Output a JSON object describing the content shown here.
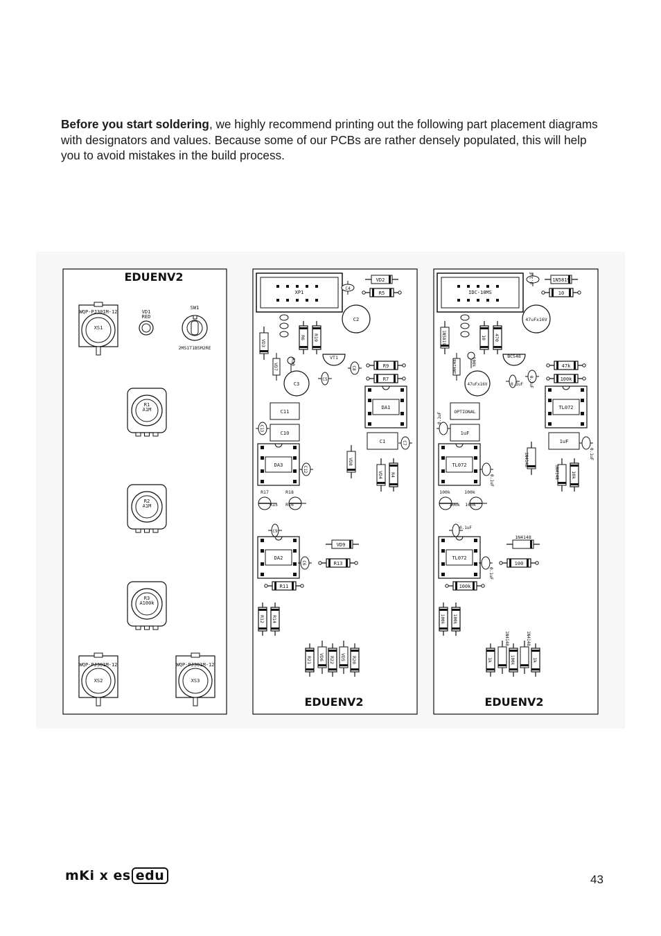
{
  "intro": {
    "bold": "Before you start soldering",
    "rest": ", we highly recommend printing out the following part placement diagrams with designators and values. Because some of our PCBs are rather densely populated, this will help you to avoid mistakes in the build process."
  },
  "panels": {
    "front": {
      "title": "EDUENV2",
      "jack1_part": "WQP-PJ301M-12",
      "jack1_ref": "XS1",
      "led_ref": "VD1",
      "led_value": "RED",
      "switch_ref": "SW1",
      "switch_part": "2MS1T1B5M2RE",
      "pot1_ref": "R1",
      "pot1_value": "A1M",
      "pot2_ref": "R2",
      "pot2_value": "A1M",
      "pot3_ref": "R3",
      "pot3_value": "A100k",
      "jack2_part": "WQP-PJ301M-12",
      "jack2_ref": "XS2",
      "jack3_part": "WQP-PJ301M-12",
      "jack3_ref": "XS3"
    },
    "designators": {
      "title": "EDUENV2",
      "xp1": "XP1",
      "vd2": "VD2",
      "r5": "R5",
      "c4": "C4",
      "c2": "C2",
      "vd3": "VD3",
      "r6": "R6",
      "r19": "R19",
      "vt1": "VT1",
      "r10": "R10",
      "vd7": "VD7",
      "c8": "C8",
      "c5": "C5",
      "c3": "C3",
      "r9": "R9",
      "r7": "R7",
      "da1": "DA1",
      "c11": "C11",
      "c10": "C10",
      "c13": "C13",
      "c1": "C1",
      "c7": "C7",
      "da3": "DA3",
      "vd8": "VD8",
      "vd4": "VD4",
      "r4": "R4",
      "c12": "C12",
      "r17": "R17",
      "r18": "R18",
      "r15": "R15",
      "r16": "R16",
      "c9": "C9",
      "da2": "DA2",
      "vd9": "VD9",
      "r13": "R13",
      "c6": "C6",
      "r11": "R11",
      "r12": "R12",
      "r14": "R14",
      "r21": "R21",
      "vd6": "VD6",
      "r22": "R22",
      "vd5": "VD5",
      "r20": "R20"
    },
    "values": {
      "title": "EDUENV2",
      "idc": "IDC-10MS",
      "c4v": "0.1uF",
      "d1": "1N5819",
      "r5v": "10",
      "c2v": "47uFx16V",
      "vd3v": "1N5819",
      "r6v": "10",
      "r19v": "470",
      "r10v": "100k",
      "vd7v": "1N4148",
      "vt1v": "BC548",
      "c8v": "0.1uF",
      "c5v": "0.1uF",
      "c3v": "47uFx16V",
      "r9v": "47k",
      "r7v": "100k",
      "da1v": "TL072",
      "c11v": "OPTIONAL",
      "c10v": "1uF",
      "c13v": "0.1uF",
      "c1v": "1uF",
      "c7v": "0.1uF",
      "da3v": "TL072",
      "vd8v": "1N4148",
      "vd4v": "1N4148",
      "r4v": "10k",
      "c12v": "0.1uF",
      "r17v": "100k",
      "r18v": "100k",
      "r15v": "100k",
      "r16v": "100k",
      "c9v": "0.1uF",
      "da2v": "TL072",
      "vd9v": "1N4148",
      "r13v": "100",
      "c6v": "0.1uF",
      "r11v": "100k",
      "r12v": "100k",
      "r14v": "100k",
      "vd6v": "1N4148",
      "vd5v": "1N4148",
      "r21v": "1k",
      "r22v": "100k",
      "r20v": "1k"
    }
  },
  "footer": {
    "logo_main": "mKi x es",
    "logo_box": "edu",
    "page_number": "43"
  }
}
